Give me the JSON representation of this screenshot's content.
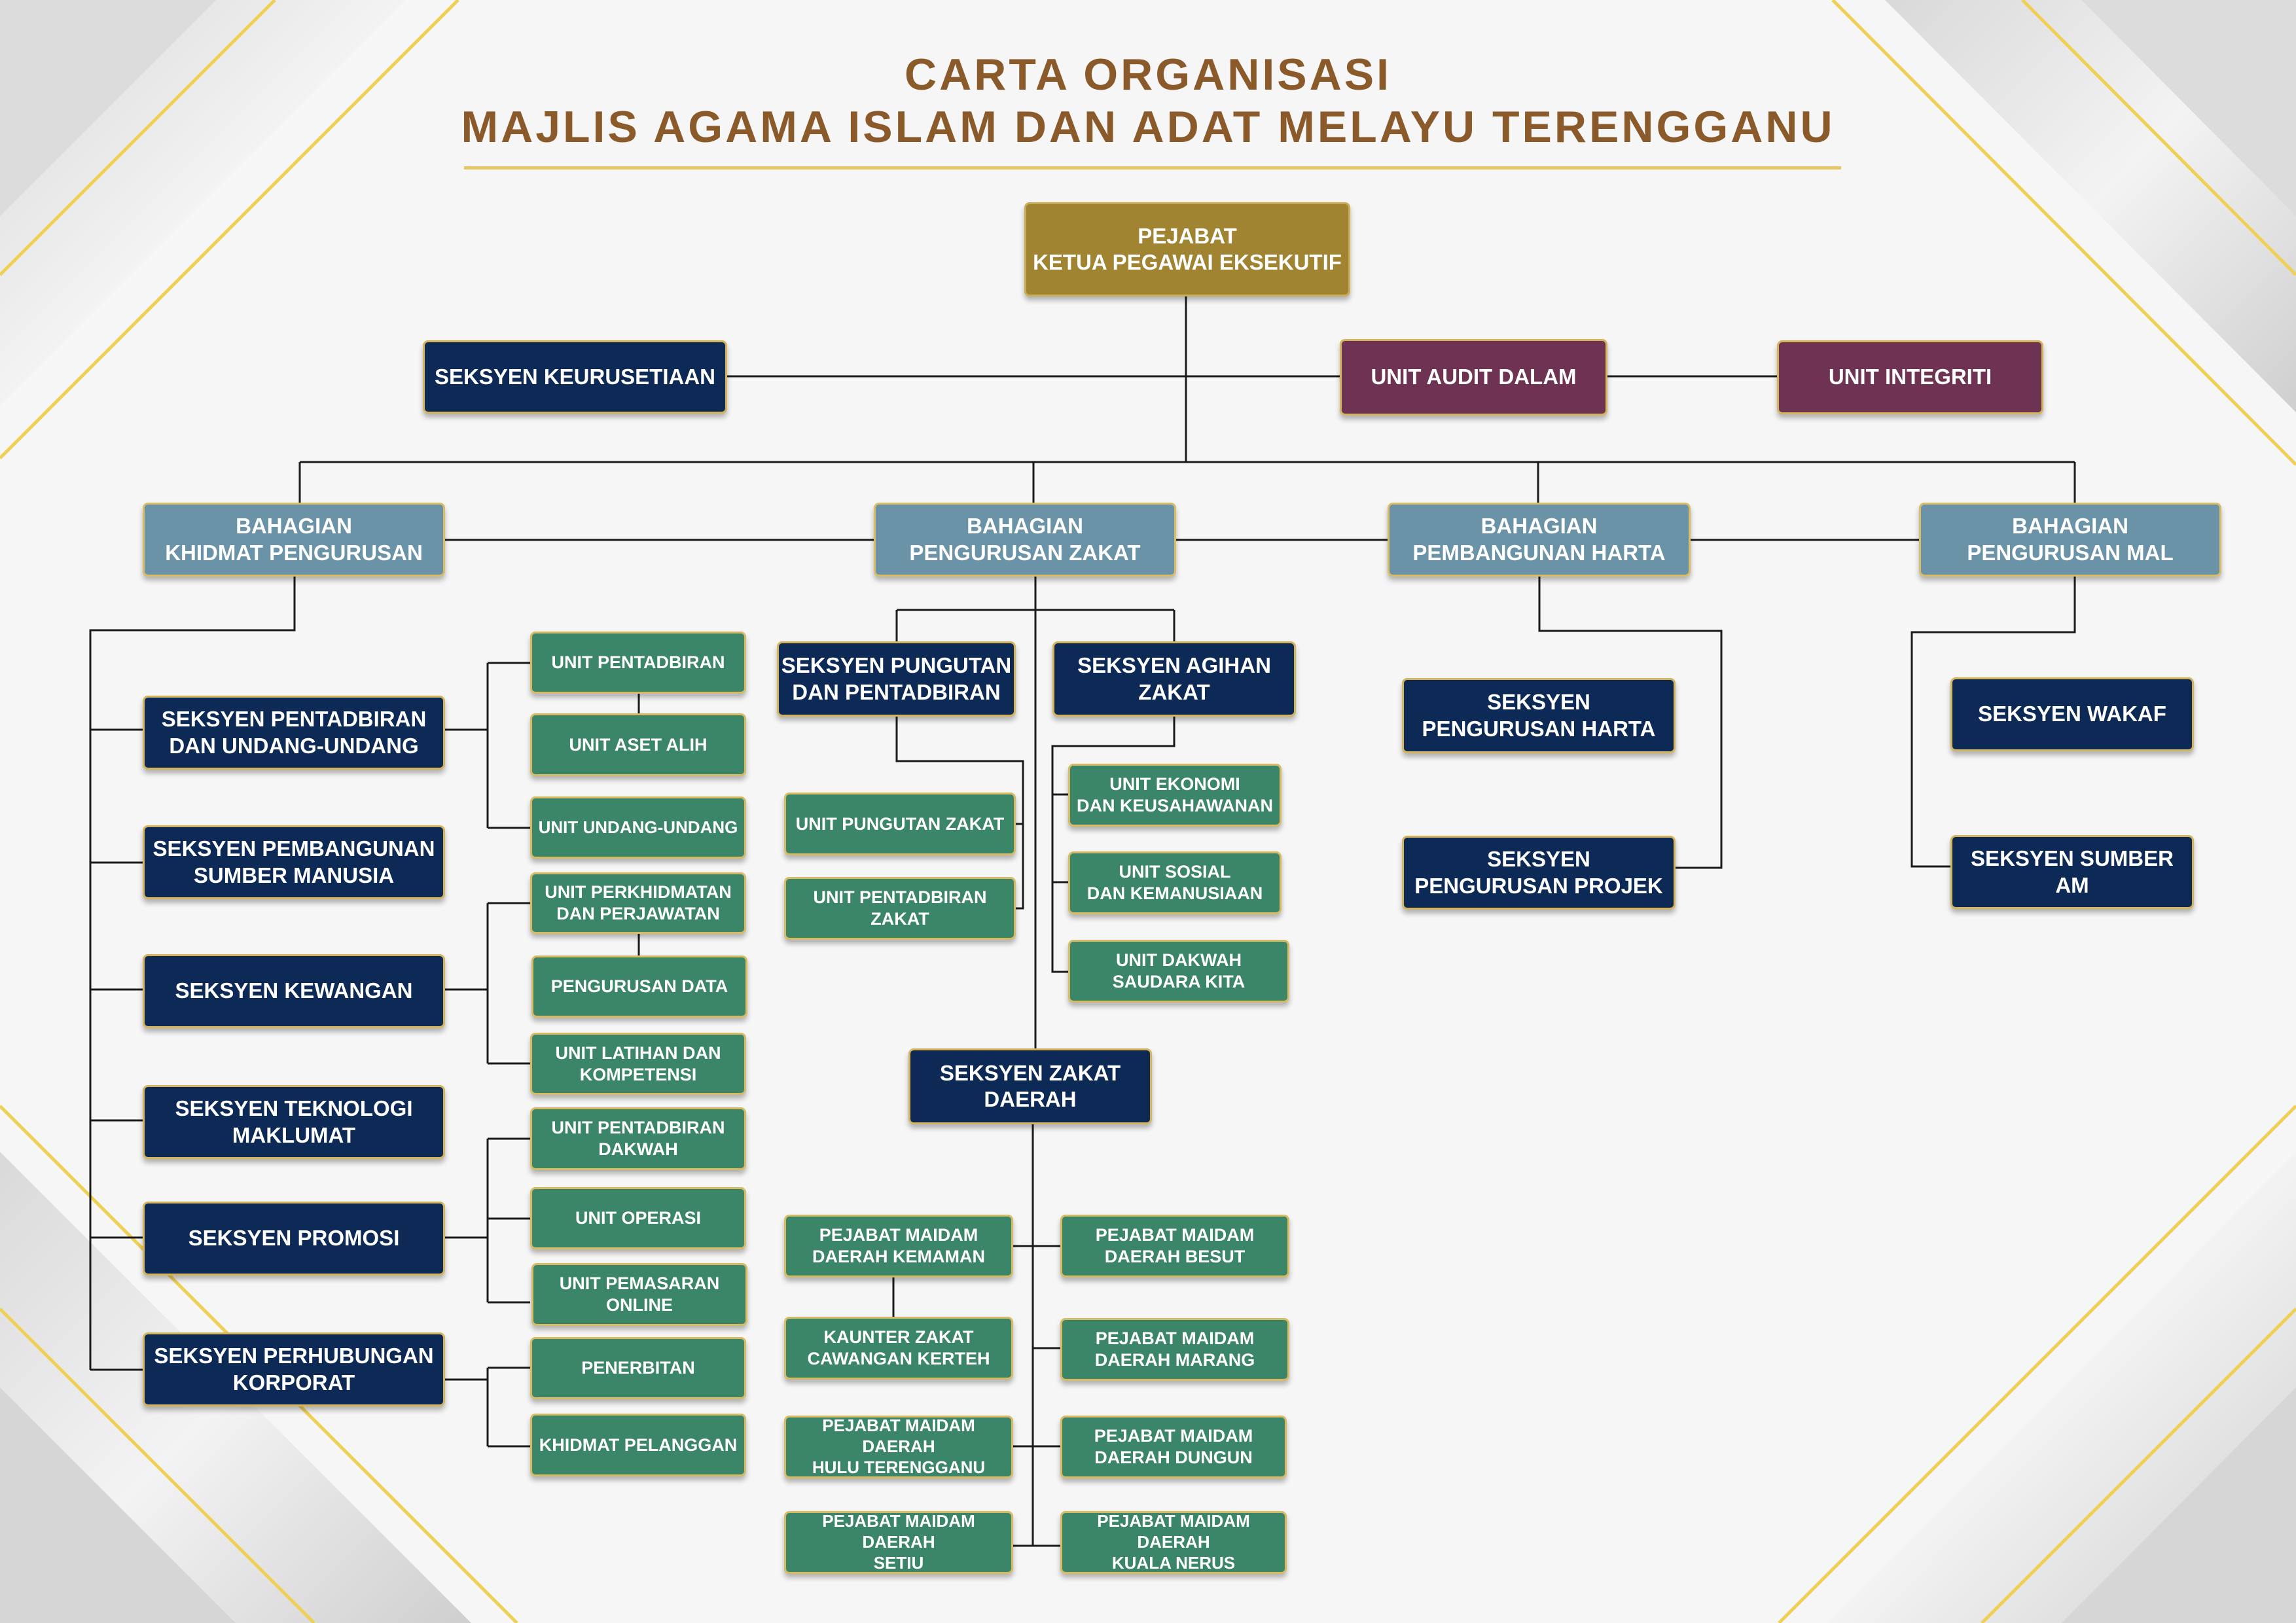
{
  "title": {
    "line1": "CARTA ORGANISASI",
    "line2": "MAJLIS AGAMA ISLAM DAN ADAT MELAYU TERENGGANU"
  },
  "nodes": {
    "ceo": "PEJABAT\nKETUA PEGAWAI EKSEKUTIF",
    "keurusetiaan": "SEKSYEN KEURUSETIAAN",
    "audit": "UNIT AUDIT DALAM",
    "integriti": "UNIT INTEGRITI",
    "b_khidmat": "BAHAGIAN\nKHIDMAT PENGURUSAN",
    "b_zakat": "BAHAGIAN\nPENGURUSAN ZAKAT",
    "b_harta": "BAHAGIAN\nPEMBANGUNAN HARTA",
    "b_mal": "BAHAGIAN\nPENGURUSAN MAL",
    "s_pentadbiran_uu": "SEKSYEN PENTADBIRAN\nDAN UNDANG-UNDANG",
    "s_sumber_manusia": "SEKSYEN PEMBANGUNAN\nSUMBER MANUSIA",
    "s_kewangan": "SEKSYEN KEWANGAN",
    "s_teknologi": "SEKSYEN TEKNOLOGI\nMAKLUMAT",
    "s_promosi": "SEKSYEN PROMOSI",
    "s_perhubungan": "SEKSYEN PERHUBUNGAN\nKORPORAT",
    "u_pentadbiran": "UNIT PENTADBIRAN",
    "u_aset_alih": "UNIT ASET ALIH",
    "u_undang": "UNIT UNDANG-UNDANG",
    "u_perkhidmatan": "UNIT PERKHIDMATAN\nDAN PERJAWATAN",
    "u_pengurusan_data": "PENGURUSAN DATA",
    "u_latihan": "UNIT LATIHAN DAN\nKOMPETENSI",
    "u_pentadbiran_dakwah": "UNIT PENTADBIRAN\nDAKWAH",
    "u_operasi": "UNIT OPERASI",
    "u_pemasaran": "UNIT PEMASARAN\nONLINE",
    "u_penerbitan": "PENERBITAN",
    "u_khidmat_pelanggan": "KHIDMAT PELANGGAN",
    "s_pungutan": "SEKSYEN PUNGUTAN\nDAN PENTADBIRAN",
    "s_agihan": "SEKSYEN AGIHAN\nZAKAT",
    "u_pungutan_zakat": "UNIT PUNGUTAN ZAKAT",
    "u_pentadbiran_zakat": "UNIT PENTADBIRAN\nZAKAT",
    "u_ekonomi": "UNIT EKONOMI\nDAN KEUSAHAWANAN",
    "u_sosial": "UNIT SOSIAL\nDAN KEMANUSIAAN",
    "u_dakwah_saudara": "UNIT DAKWAH\nSAUDARA KITA",
    "s_zakat_daerah": "SEKSYEN ZAKAT\nDAERAH",
    "p_kemaman": "PEJABAT MAIDAM\nDAERAH KEMAMAN",
    "p_kerteh": "KAUNTER ZAKAT\nCAWANGAN KERTEH",
    "p_hulu": "PEJABAT MAIDAM DAERAH\nHULU TERENGGANU",
    "p_setiu": "PEJABAT MAIDAM DAERAH\nSETIU",
    "p_besut": "PEJABAT MAIDAM\nDAERAH BESUT",
    "p_marang": "PEJABAT MAIDAM\nDAERAH MARANG",
    "p_dungun": "PEJABAT MAIDAM\nDAERAH DUNGUN",
    "p_kuala_nerus": "PEJABAT MAIDAM DAERAH\nKUALA NERUS",
    "s_pengurusan_harta": "SEKSYEN\nPENGURUSAN HARTA",
    "s_pengurusan_projek": "SEKSYEN\nPENGURUSAN PROJEK",
    "s_wakaf": "SEKSYEN WAKAF",
    "s_sumber_am": "SEKSYEN SUMBER AM"
  },
  "colors": {
    "title": "#8a5a2b",
    "gold_rule": "#e8c766",
    "ceo": "#a08432",
    "seksyen": "#0d2a57",
    "unit_audit": "#6e3352",
    "bahagian": "#6b93a8",
    "unit": "#3b8668",
    "connector": "#1a1a1a"
  }
}
